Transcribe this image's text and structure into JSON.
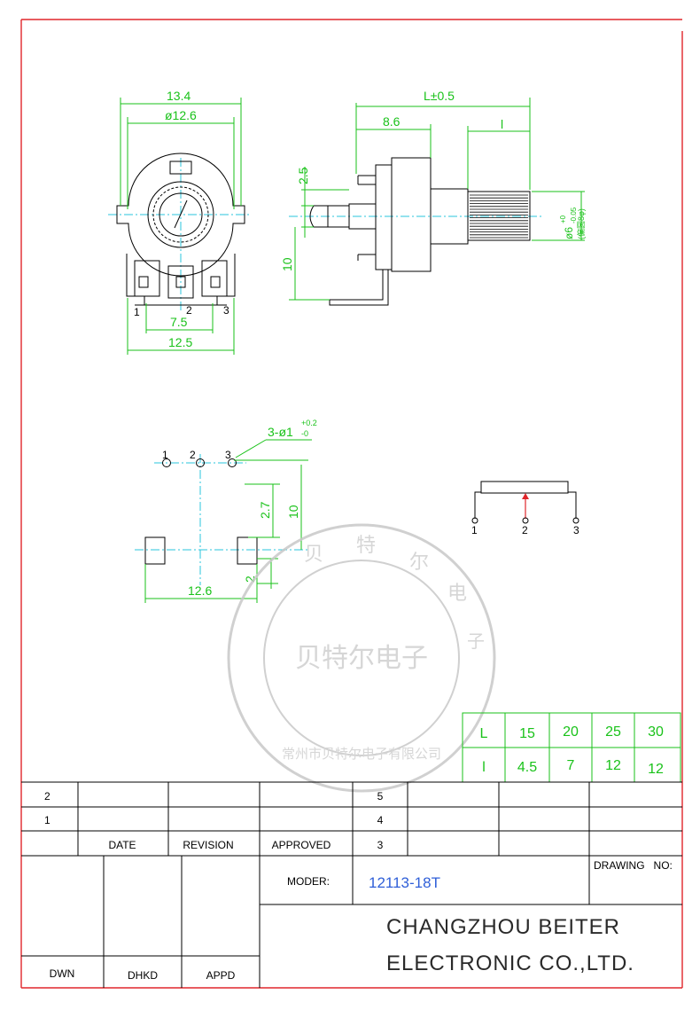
{
  "drawing": {
    "front_view": {
      "dim_outer": "13.4",
      "dim_inner": "ø12.6",
      "pin_labels": [
        "1",
        "2",
        "3"
      ],
      "dim_pin_pitch": "7.5",
      "dim_width": "12.5"
    },
    "side_view": {
      "dim_length": "L±0.5",
      "dim_body": "8.6",
      "dim_shaft": "l",
      "dim_height_small": "2.5",
      "dim_height": "10",
      "shaft_dia": "ø6",
      "shaft_tol_upper": "+0",
      "shaft_tol_lower": "-0.05",
      "shaft_note": "(偏圆8φ)"
    },
    "pcb_layout": {
      "hole_callout": "3-ø1",
      "hole_tol_upper": "+0.2",
      "hole_tol_lower": "-0",
      "pin_labels": [
        "1",
        "2",
        "3"
      ],
      "dim_offset": "2.7",
      "dim_height": "10",
      "dim_tab": "2",
      "dim_width": "12.6"
    },
    "schematic": {
      "pin_labels": [
        "1",
        "2",
        "3"
      ]
    }
  },
  "length_table": {
    "headers": [
      "L",
      "15",
      "20",
      "25",
      "30"
    ],
    "row": [
      "l",
      "4.5",
      "7",
      "12",
      "12"
    ]
  },
  "watermark": {
    "center": "贝特尔电子",
    "ring_top": [
      "贝",
      "特",
      "尔",
      "电",
      "子"
    ],
    "ring_bottom": "常州市贝特尔电子有限公司"
  },
  "title_block": {
    "revision_rows": [
      "2",
      "1"
    ],
    "col_headers": [
      "DATE",
      "REVISION",
      "APPROVED"
    ],
    "row_numbers": [
      "5",
      "4",
      "3"
    ],
    "model_label": "MODER:",
    "model_value": "12113-18T",
    "drawing_no_label": "DRAWING   NO:",
    "sign_labels": [
      "DWN",
      "DHKD",
      "APPD"
    ],
    "company_line1": "CHANGZHOU BEITER",
    "company_line2": "ELECTRONIC CO.,LTD."
  }
}
